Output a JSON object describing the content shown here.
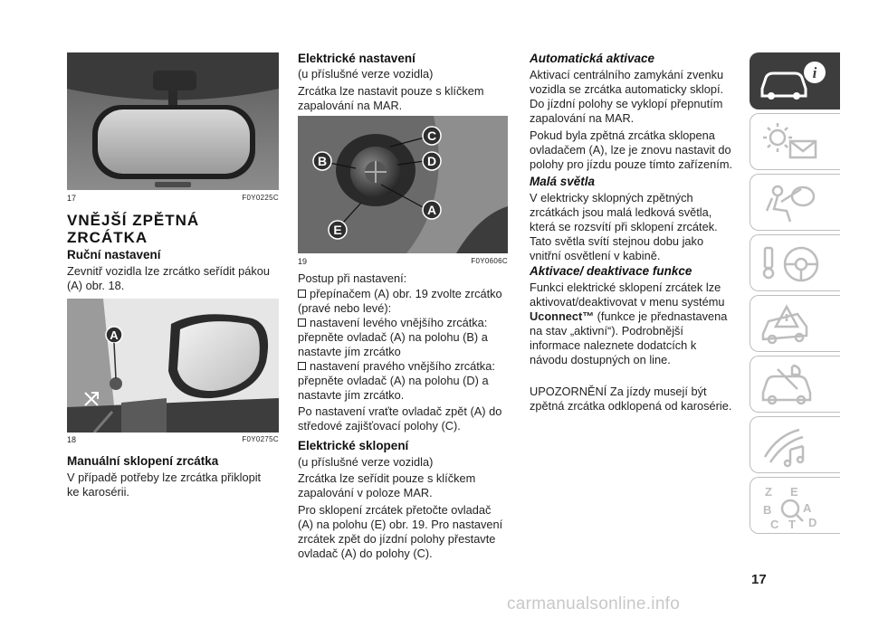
{
  "col1": {
    "fig17": {
      "num": "17",
      "code": "F0Y0225C"
    },
    "title_line1": "VNĚJŠÍ ZPĚTNÁ",
    "title_line2": "ZRCÁTKA",
    "h_manual": "Ruční nastavení",
    "p_manual": [
      "Zevnitř vozidla lze zrcátko seřídit pákou",
      "(A) obr. 18."
    ],
    "fig18": {
      "num": "18",
      "code": "F0Y0275C",
      "label_a": "A"
    },
    "h_fold": "Manuální sklopení zrcátka",
    "p_fold": [
      "V případě potřeby lze zrcátka přiklopit",
      "ke karosérii."
    ]
  },
  "col2": {
    "h_electric": "Elektrické nastavení",
    "sub_electric": "(u příslušné verze vozidla)",
    "p_electric": [
      "Zrcátka lze nastavit pouze s klíčkem",
      "zapalování na MAR."
    ],
    "fig19": {
      "num": "19",
      "code": "F0Y0606C",
      "labels": {
        "a": "A",
        "b": "B",
        "c": "C",
        "d": "D",
        "e": "E"
      }
    },
    "p_procedure": "Postup při nastavení:",
    "bullet1": [
      "přepínačem (A) obr. 19 zvolte zrcátko",
      "(pravé nebo levé):"
    ],
    "bullet2": [
      "nastavení levého vnějšího zrcátka:",
      "přepněte ovladač (A) na polohu (B) a",
      "nastavte jím zrcátko"
    ],
    "bullet3": [
      "nastavení pravého vnějšího zrcátka:",
      "přepněte ovladač (A) na polohu (D) a",
      "nastavte jím zrcátko."
    ],
    "p_after": [
      "Po nastavení vraťte ovladač zpět (A) do",
      "středové zajišťovací polohy (C)."
    ],
    "h_efold": "Elektrické sklopení",
    "sub_efold": "(u příslušné verze vozidla)",
    "p_efold1": [
      "Zrcátka lze seřídit pouze s klíčkem",
      "zapalování v poloze MAR."
    ],
    "p_efold2": [
      "Pro sklopení zrcátek přetočte ovladač",
      "(A) na polohu (E) obr. 19. Pro nastavení",
      "zrcátek zpět do jízdní polohy přestavte",
      "ovladač (A) do polohy (C)."
    ]
  },
  "col3": {
    "h_auto": "Automatická aktivace",
    "p_auto1": [
      "Aktivací centrálního zamykání zvenku",
      "vozidla se zrcátka automaticky sklopí.",
      "Do jízdní polohy se vyklopí přepnutím",
      "zapalování na MAR."
    ],
    "p_auto2": [
      "Pokud byla zpětná zrcátka sklopena",
      "ovladačem (A), lze je znovu nastavit do",
      "polohy pro jízdu pouze tímto zařízením."
    ],
    "h_lights": "Malá světla",
    "p_lights": [
      "V elektricky sklopných zpětných",
      "zrcátkách jsou malá ledková světla,",
      "která se rozsvítí při sklopení zrcátek.",
      "Tato světla svítí stejnou dobu jako",
      "vnitřní osvětlení v kabině."
    ],
    "h_activate": "Aktivace/ deaktivace funkce",
    "p_act_1": "Funkci elektrické sklopení zrcátek lze",
    "p_act_2": "aktivovat/deaktivovat v menu systému",
    "p_act_bold": "Uconnect™",
    "p_act_3": " (funkce je přednastavena",
    "p_act_rest": [
      "na stav „aktivní“). Podrobnější",
      "informace naleznete dodatcích k",
      "návodu dostupných on line."
    ],
    "warning": [
      "UPOZORNĚNÍ Za jízdy musejí být",
      "zpětná zrcátka odklopená od karosérie."
    ]
  },
  "side_tabs": [
    "car-info-icon",
    "warning-lights-icon",
    "safety-airbag-icon",
    "starting-driving-icon",
    "emergency-icon",
    "maintenance-icon",
    "multimedia-icon",
    "index-icon"
  ],
  "index_letters": "Z E B A D C T",
  "page_number": "17",
  "watermark": "carmanualsonline.info",
  "colors": {
    "tab_active": "#3d3d3d",
    "tab_border": "#bdbdbd",
    "photo_dark": "#3a3a3a"
  }
}
